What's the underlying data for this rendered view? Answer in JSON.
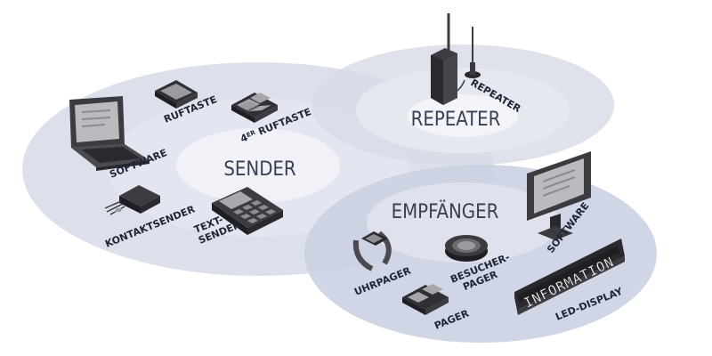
{
  "zones": {
    "sender": "SENDER",
    "repeater": "REPEATER",
    "empfaenger": "EMPFÄNGER"
  },
  "devices": {
    "software_left": "SOFTWARE",
    "ruftaste": "RUFTASTE",
    "ruftaste4_prefix": "4",
    "ruftaste4_suffix": "ER",
    "ruftaste4_rest": " RUFTASTE",
    "kontaktsender": "KONTAKTSENDER",
    "textsender_1": "TEXT-",
    "textsender_2": "SENDER",
    "repeater_small": "REPEATER",
    "software_right": "SOFTWARE",
    "uhrpager": "UHRPAGER",
    "besucherpager_1": "BESUCHER-",
    "besucherpager_2": "PAGER",
    "pager": "PAGER",
    "led_display": "LED-DISPLAY",
    "led_text": "INFORMATION"
  },
  "colors": {
    "ring_outer": "#d6dae8",
    "ring_mid": "#e3e6f0",
    "ring_inner": "#f1f2f7",
    "ring_core": "#fafafc",
    "device_dark": "#3b3b40",
    "device_mid": "#6b6b70",
    "device_light": "#a9a9ad",
    "label": "#1f2436",
    "zone_label": "#3a3f52",
    "led_green": "#8fd0a0"
  }
}
